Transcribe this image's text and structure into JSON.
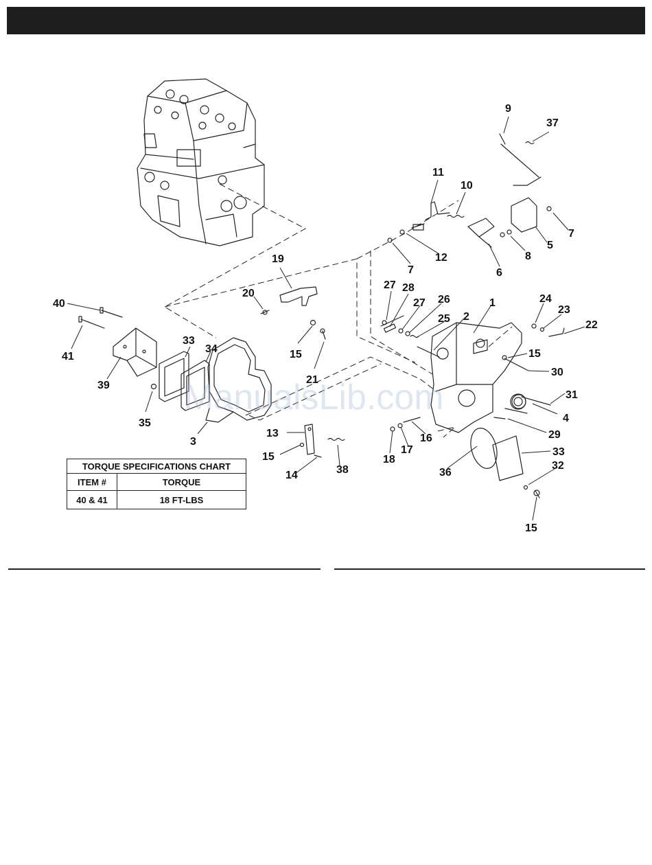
{
  "watermark": "ManualsLib.com",
  "callouts": [
    {
      "id": "c1",
      "text": "9"
    },
    {
      "id": "c2",
      "text": "37"
    },
    {
      "id": "c3",
      "text": "11"
    },
    {
      "id": "c4",
      "text": "10"
    },
    {
      "id": "c5",
      "text": "7"
    },
    {
      "id": "c6",
      "text": "5"
    },
    {
      "id": "c7",
      "text": "8"
    },
    {
      "id": "c8",
      "text": "6"
    },
    {
      "id": "c9",
      "text": "12"
    },
    {
      "id": "c10",
      "text": "7"
    },
    {
      "id": "c11",
      "text": "19"
    },
    {
      "id": "c12",
      "text": "20"
    },
    {
      "id": "c13",
      "text": "40"
    },
    {
      "id": "c14",
      "text": "41"
    },
    {
      "id": "c15",
      "text": "39"
    },
    {
      "id": "c16",
      "text": "33"
    },
    {
      "id": "c17",
      "text": "34"
    },
    {
      "id": "c18",
      "text": "35"
    },
    {
      "id": "c19",
      "text": "3"
    },
    {
      "id": "c20",
      "text": "15"
    },
    {
      "id": "c21",
      "text": "21"
    },
    {
      "id": "c22",
      "text": "27"
    },
    {
      "id": "c23",
      "text": "28"
    },
    {
      "id": "c24",
      "text": "27"
    },
    {
      "id": "c25",
      "text": "26"
    },
    {
      "id": "c26",
      "text": "25"
    },
    {
      "id": "c27",
      "text": "2"
    },
    {
      "id": "c28",
      "text": "1"
    },
    {
      "id": "c29",
      "text": "24"
    },
    {
      "id": "c30",
      "text": "23"
    },
    {
      "id": "c31",
      "text": "22"
    },
    {
      "id": "c32",
      "text": "15"
    },
    {
      "id": "c33",
      "text": "30"
    },
    {
      "id": "c34",
      "text": "31"
    },
    {
      "id": "c35",
      "text": "4"
    },
    {
      "id": "c36",
      "text": "29"
    },
    {
      "id": "c37",
      "text": "16"
    },
    {
      "id": "c38",
      "text": "17"
    },
    {
      "id": "c39",
      "text": "18"
    },
    {
      "id": "c40",
      "text": "13"
    },
    {
      "id": "c41",
      "text": "15"
    },
    {
      "id": "c42",
      "text": "14"
    },
    {
      "id": "c43",
      "text": "38"
    },
    {
      "id": "c44",
      "text": "36"
    },
    {
      "id": "c45",
      "text": "33"
    },
    {
      "id": "c46",
      "text": "32"
    },
    {
      "id": "c47",
      "text": "15"
    }
  ],
  "torque_chart": {
    "title": "TORQUE SPECIFICATIONS CHART",
    "col_item": "ITEM #",
    "col_torque": "TORQUE",
    "rows": [
      {
        "item": "40 & 41",
        "torque": "18 FT-LBS"
      }
    ]
  }
}
